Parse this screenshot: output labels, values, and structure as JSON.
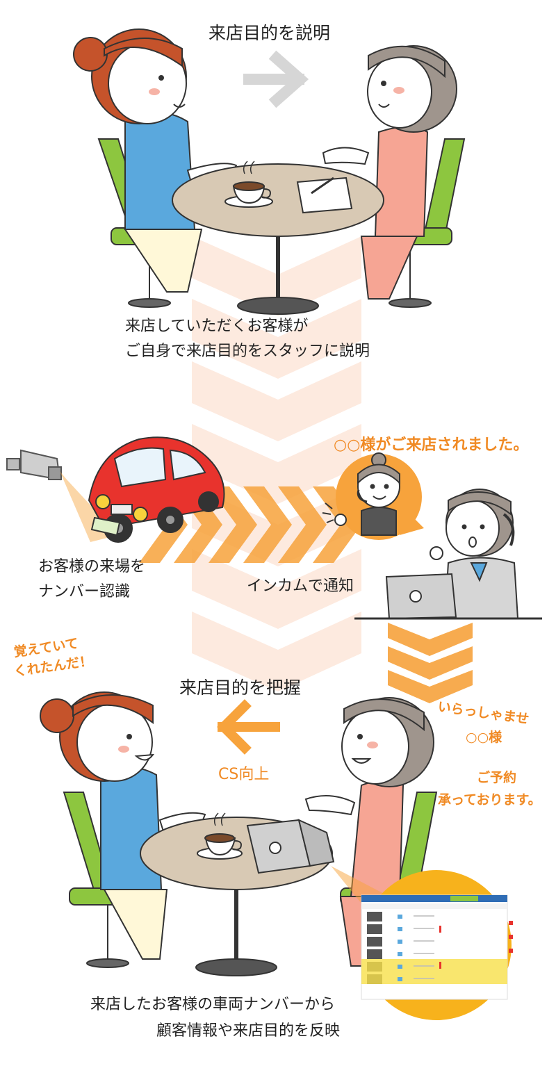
{
  "scene1": {
    "title": "来店目的を説明",
    "caption_line1": "来店していただくお客様が",
    "caption_line2": "ご自身で来店目的をスタッフに説明"
  },
  "scene2": {
    "callout": "○○様がご来店されました。",
    "plate_caption_line1": "お客様の来場を",
    "plate_caption_line2": "ナンバー認識",
    "intercom_caption": "インカムで通知"
  },
  "scene3": {
    "customer_bubble_line1": "覚えていて",
    "customer_bubble_line2": "くれたんだ！",
    "title": "来店目的を把握",
    "cs_label": "CS向上",
    "staff_bubble_line1": "いらっしゃませ",
    "staff_bubble_line2": "○○様",
    "staff_bubble_line3": "ご予約",
    "staff_bubble_line4": "承っております。",
    "caption_line1": "来店したお客様の車両ナンバーから",
    "caption_line2": "顧客情報や来店目的を反映"
  },
  "colors": {
    "orange_text": "#f08a24",
    "arrow_gray": "#d6d6d6",
    "arrow_orange": "#f7a33c",
    "chevron_peach": "#fde8dc",
    "car_red": "#e8332d",
    "chair_green": "#8dc63f",
    "table_top": "#d8c9b4",
    "customer_shirt": "#5aa8dd",
    "staff_shirt": "#f6a594",
    "hair_brown": "#c5532b",
    "hair_gray": "#9f958d",
    "screen_yellow": "#f7b21c"
  },
  "icons": [
    "security-camera-icon",
    "car-icon",
    "headset-icon",
    "laptop-icon",
    "coffee-cup-icon",
    "arrow-right-icon",
    "arrow-left-icon",
    "chevron-down-icon"
  ]
}
